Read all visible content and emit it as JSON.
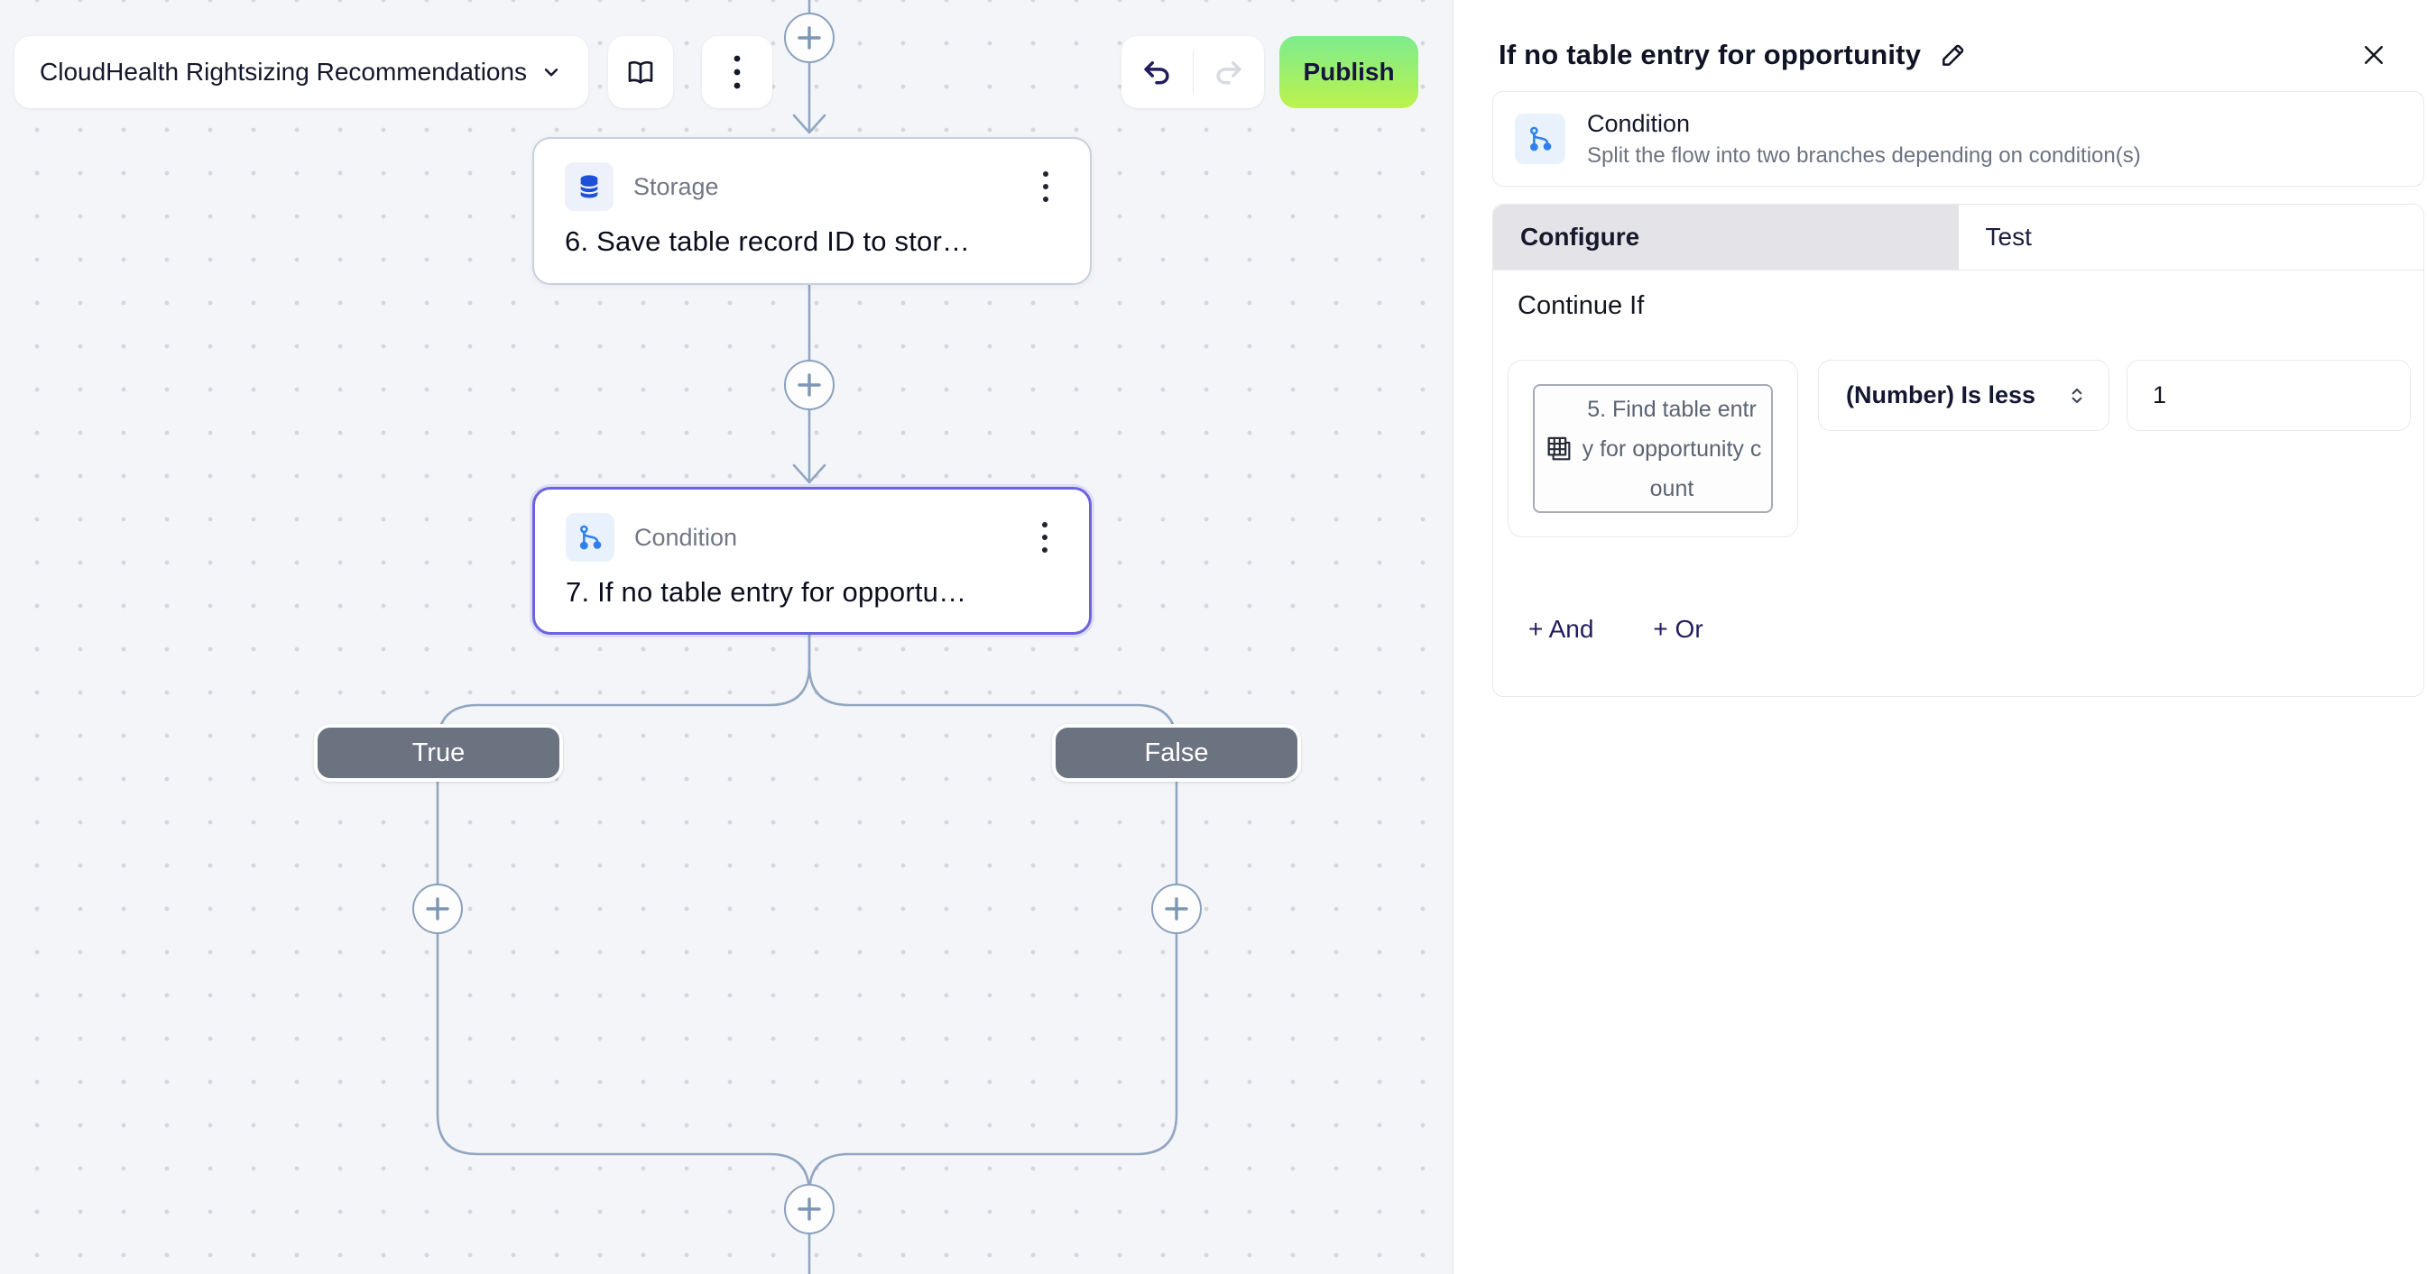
{
  "header": {
    "flow_name": "CloudHealth Rightsizing Recommendations",
    "publish_label": "Publish"
  },
  "canvas": {
    "steps": {
      "storage": {
        "type_label": "Storage",
        "title": "6. Save table record ID to stor…"
      },
      "condition": {
        "type_label": "Condition",
        "title": "7. If no table entry for opportu…"
      }
    },
    "branches": {
      "true_label": "True",
      "false_label": "False"
    }
  },
  "panel": {
    "title": "If no table entry for opportunity",
    "step_type": "Condition",
    "step_description": "Split the flow into two branches depending on condition(s)",
    "tabs": {
      "configure": "Configure",
      "test": "Test"
    },
    "section_heading": "Continue If",
    "condition": {
      "operand": "5. Find table entry for opportunity count",
      "operator": "(Number) Is less",
      "value": "1"
    },
    "and_label": "+ And",
    "or_label": "+ Or"
  },
  "colors": {
    "publish_gradient_top": "#7DEC8E",
    "publish_gradient_bottom": "#BCF24B",
    "selected_node_border": "#6C63DE",
    "connector": "#91A6C0",
    "branch_pill": "#6B7280",
    "storage_icon_blue": "#1E4FD8",
    "condition_icon_blue": "#2F80ED",
    "canvas_background": "#F4F5F9"
  }
}
